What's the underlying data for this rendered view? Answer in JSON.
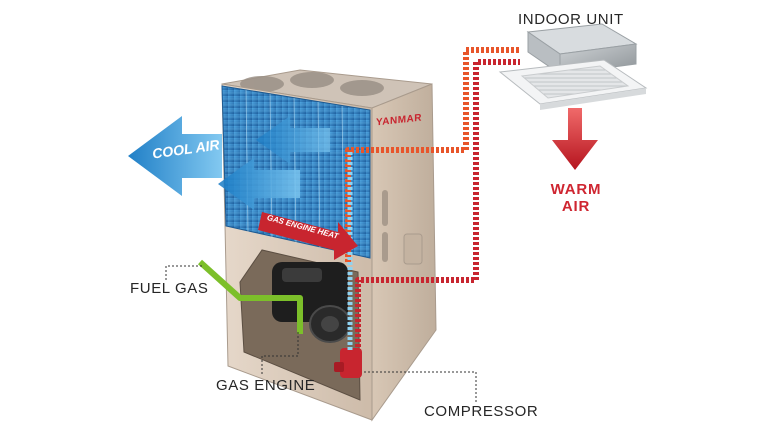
{
  "labels": {
    "indoor_unit": "INDOOR UNIT",
    "cool_air": "COOL AIR",
    "brand": "YANMAR",
    "gas_engine_heat": "GAS ENGINE HEAT",
    "fuel_gas": "FUEL GAS",
    "gas_engine": "GAS ENGINE",
    "compressor": "COMPRESSOR",
    "warm_air_line1": "WARM",
    "warm_air_line2": "AIR"
  },
  "colors": {
    "cabinet": "#d9c8b8",
    "coil": "#2f86c9",
    "hot_pipe": "#c8252f",
    "warm_pipe": "#e8552a",
    "cold_pipe": "#8fd3f2",
    "fuel_line": "#7cbf2a",
    "cool_air_arrow": "#1e8fd6",
    "warm_air_arrow": "#cf2631",
    "label_text": "#262626"
  }
}
